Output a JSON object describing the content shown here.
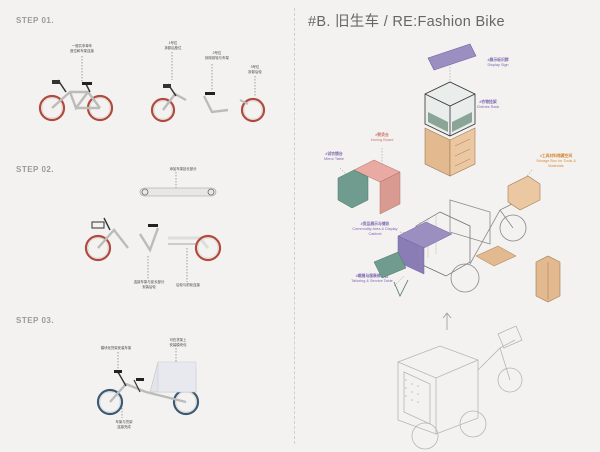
{
  "title": "#B. 旧生车 / RE:Fashion Bike",
  "steps": [
    {
      "label": "STEP 01."
    },
    {
      "label": "STEP 02."
    },
    {
      "label": "STEP 03."
    }
  ],
  "annotations_left": {
    "s1_a": "一般共享单车\n座位和车架连接",
    "s1_b": "1号位\n拆卸后座位",
    "s1_c": "2号位\n拆除前轮与车架",
    "s1_d": "3号位\n拆卸后轮",
    "s2_a": "添加车架延长部分",
    "s2_b": "连接车架与延长部分\n安装后轮",
    "s2_c": "后轮与前轮连接",
    "s3_a": "模块化货架安装车架",
    "s3_b": "可在货架上\n安装模块化",
    "s3_c": "车架与货架\n连接完成"
  },
  "labels_right": {
    "display_sign": {
      "cn": "#展示标识牌",
      "en": "Display Sign"
    },
    "clothes_rack": {
      "cn": "#衣物挂架",
      "en": "Clothes Rack"
    },
    "ironing_board": {
      "cn": "#熨烫台",
      "en": "Ironing Board"
    },
    "mirror_table": {
      "cn": "#试衣镜台",
      "en": "Mirror Table"
    },
    "storage_box": {
      "cn": "#工具材料储藏空间",
      "en": "Storage Box for Tools & Materials"
    },
    "commodity_area": {
      "cn": "#货品展示与储存",
      "en": "Commodity Area & Display Cabinet"
    },
    "tailoring": {
      "cn": "#裁缝与服装修补区",
      "en": "Tailoring & Service Table"
    }
  },
  "colors": {
    "lavender": "#9b8fc2",
    "sage": "#8aa597",
    "tan": "#e3b98f",
    "pink": "#e8aaa2",
    "teal": "#6f9c8e",
    "red_rim": "#b04a3d",
    "blue_rim": "#3b5a74"
  }
}
